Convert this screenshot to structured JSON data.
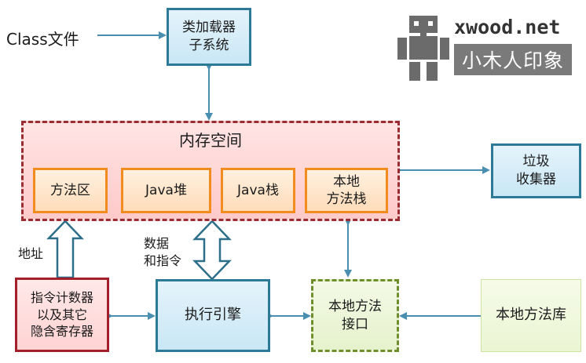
{
  "class_file": "Class文件",
  "class_loader": "类加载器\n子系统",
  "memory": {
    "title": "内存空间",
    "areas": [
      "方法区",
      "Java堆",
      "Java栈",
      "本地\n方法栈"
    ]
  },
  "gc": "垃圾\n收集器",
  "label_address": "地址",
  "label_data": "数据\n和指令",
  "pc_register": "指令计数器\n以及其它\n隐含寄存器",
  "engine": "执行引擎",
  "native_interface": "本地方法\n接口",
  "native_library": "本地方法库",
  "logo": {
    "site": "xwood.net",
    "name": "小木人印象"
  },
  "colors": {
    "arrow": "#4a8fb0",
    "memory_border": "#9b2d32",
    "area_border": "#f28c1e",
    "loader_border": "#2d7a96",
    "native_border": "#6f8f2e"
  }
}
